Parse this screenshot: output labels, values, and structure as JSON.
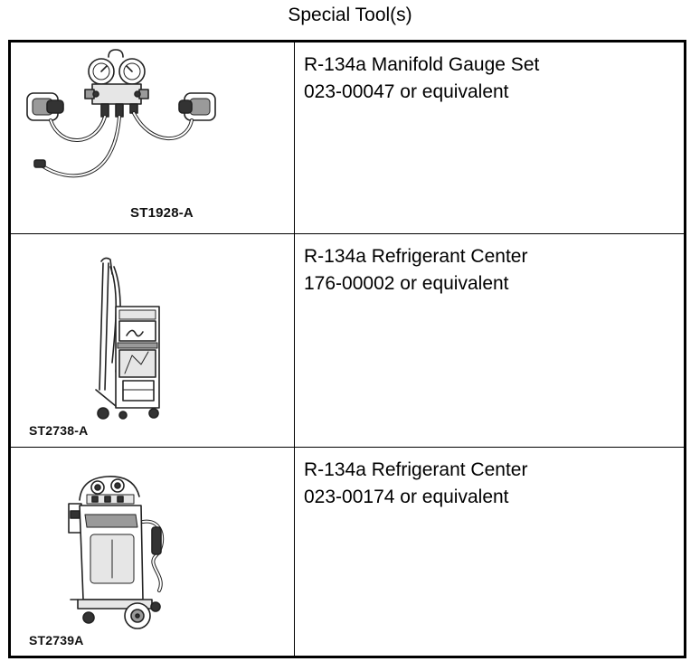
{
  "page": {
    "title": "Special Tool(s)"
  },
  "tools": [
    {
      "code": "ST1928-A",
      "name": "R-134a Manifold Gauge Set",
      "part": "023-00047 or equivalent",
      "illustration_icon": "manifold-gauge-set-icon"
    },
    {
      "code": "ST2738-A",
      "name": "R-134a Refrigerant Center",
      "part": "176-00002 or equivalent",
      "illustration_icon": "refrigerant-center-cart-icon"
    },
    {
      "code": "ST2739A",
      "name": "R-134a Refrigerant Center",
      "part": "023-00174 or equivalent",
      "illustration_icon": "refrigerant-recovery-machine-icon"
    }
  ]
}
